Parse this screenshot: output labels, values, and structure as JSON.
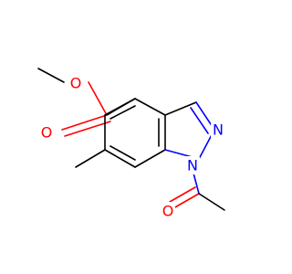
{
  "molecule": {
    "atoms": {
      "o_ester": {
        "label": "O",
        "color": "#ff0000"
      },
      "o_carbonyl": {
        "label": "O",
        "color": "#ff0000"
      },
      "o_acetyl": {
        "label": "O",
        "color": "#ff0000"
      },
      "n1": {
        "label": "N",
        "color": "#0000ff"
      },
      "n2": {
        "label": "N",
        "color": "#0000ff"
      }
    },
    "bond_color": "#000000"
  }
}
